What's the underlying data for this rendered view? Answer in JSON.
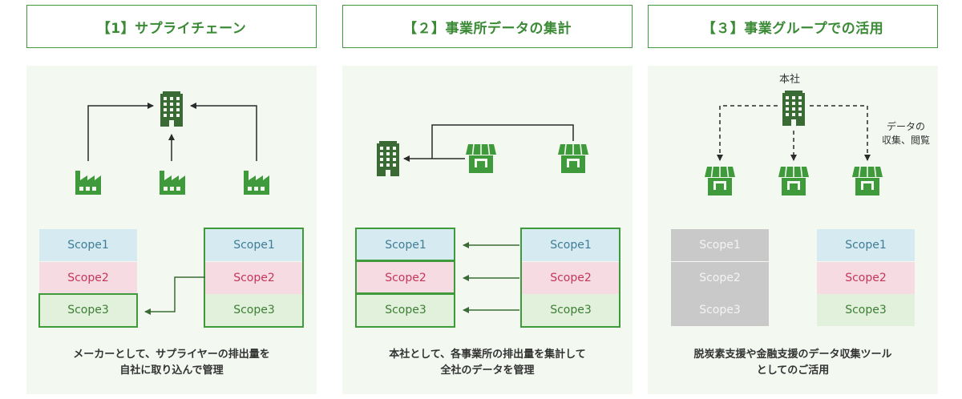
{
  "sections": [
    {
      "title": "【1】サプライチェーン",
      "scopes_left": [
        "Scope1",
        "Scope2",
        "Scope3"
      ],
      "scopes_right": [
        "Scope1",
        "Scope2",
        "Scope3"
      ],
      "caption": [
        "メーカーとして、サプライヤーの排出量を",
        "自社に取り込んで管理"
      ]
    },
    {
      "title": "【２】事業所データの集計",
      "scopes_left": [
        "Scope1",
        "Scope2",
        "Scope3"
      ],
      "scopes_right": [
        "Scope1",
        "Scope2",
        "Scope3"
      ],
      "caption": [
        "本社として、各事業所の排出量を集計して",
        "全社のデータを管理"
      ]
    },
    {
      "title": "【３】事業グループでの活用",
      "scopes_left": [
        "Scope1",
        "Scope2",
        "Scope3"
      ],
      "scopes_right": [
        "Scope1",
        "Scope2",
        "Scope3"
      ],
      "head_office_label": "本社",
      "collect_label": [
        "データの",
        "収集、閲覧"
      ],
      "caption": [
        "脱炭素支援や金融支援のデータ収集ツール",
        "としてのご活用"
      ]
    }
  ],
  "colors": {
    "green": "#3e9a3a",
    "dark_green": "#3a6b35",
    "scope1": "#3f7d96",
    "scope2": "#c3365c",
    "scope3": "#3c7e33",
    "panel_bg": "#f3f8f1"
  },
  "icons": [
    "building-icon",
    "factory-icon",
    "store-icon"
  ]
}
